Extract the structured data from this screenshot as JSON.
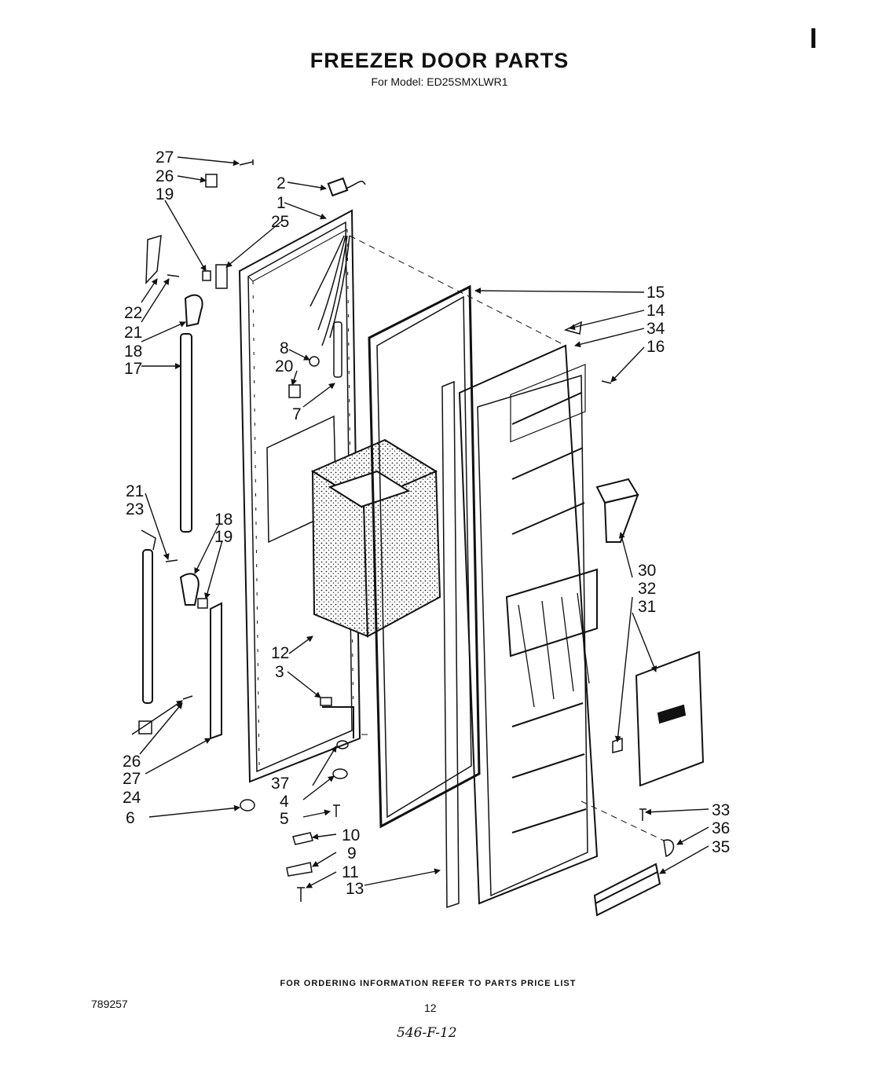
{
  "header": {
    "title": "FREEZER DOOR PARTS",
    "subtitle": "For Model: ED25SMXLWR1"
  },
  "footer": {
    "ordering_note": "FOR ORDERING INFORMATION REFER TO PARTS PRICE LIST",
    "document_number": "789257",
    "page_number": "12",
    "handwritten_code": "546-F-12"
  },
  "callouts": {
    "c27a": "27",
    "c26a": "26",
    "c19a": "19",
    "c2": "2",
    "c1": "1",
    "c25": "25",
    "c22": "22",
    "c21a": "21",
    "c18a": "18",
    "c17": "17",
    "c8": "8",
    "c20": "20",
    "c7": "7",
    "c15": "15",
    "c14": "14",
    "c34": "34",
    "c16": "16",
    "c21b": "21",
    "c23": "23",
    "c18b": "18",
    "c19b": "19",
    "c12": "12",
    "c3": "3",
    "c30": "30",
    "c32": "32",
    "c31": "31",
    "c26b": "26",
    "c27b": "27",
    "c24": "24",
    "c6": "6",
    "c37": "37",
    "c4": "4",
    "c5": "5",
    "c10": "10",
    "c9": "9",
    "c11": "11",
    "c13": "13",
    "c33": "33",
    "c36": "36",
    "c35": "35"
  }
}
